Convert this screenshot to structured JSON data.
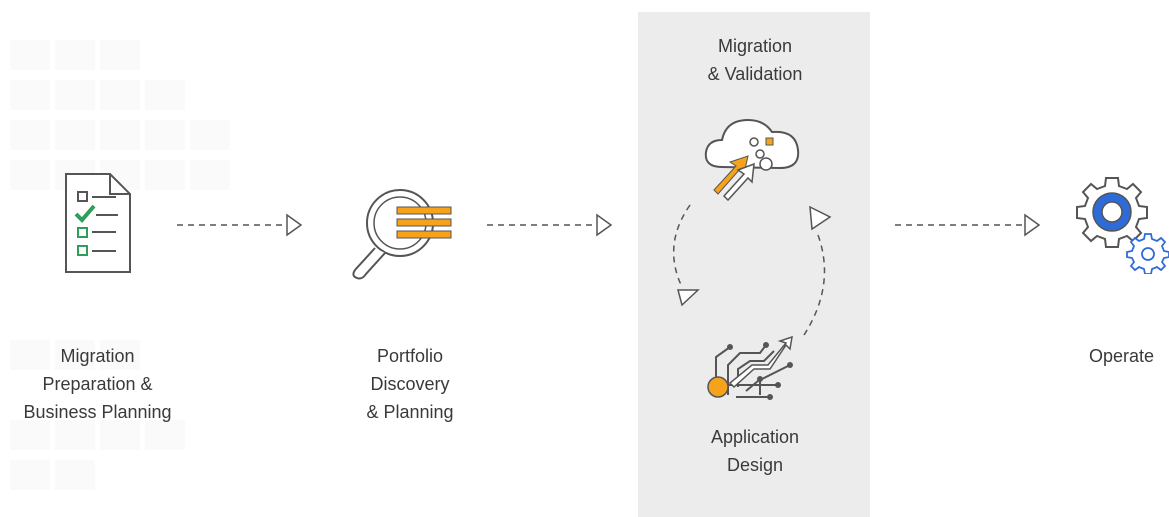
{
  "stages": [
    {
      "id": "migration-preparation",
      "label": "Migration\nPreparation &\nBusiness Planning",
      "icon": "checklist-document-icon"
    },
    {
      "id": "portfolio-discovery",
      "label": "Portfolio\nDiscovery\n& Planning",
      "icon": "magnifier-icon"
    },
    {
      "id": "migration-validation",
      "label": "Migration\n& Validation",
      "icon": "cloud-upload-icon"
    },
    {
      "id": "application-design",
      "label": "Application\nDesign",
      "icon": "circuit-icon"
    },
    {
      "id": "operate",
      "label": "Operate",
      "icon": "gears-icon"
    }
  ],
  "colors": {
    "accent_orange": "#f7a21b",
    "accent_green": "#2e9e5b",
    "accent_blue": "#2f6bd8",
    "icon_line": "#555555",
    "panel_bg": "#ececec"
  }
}
